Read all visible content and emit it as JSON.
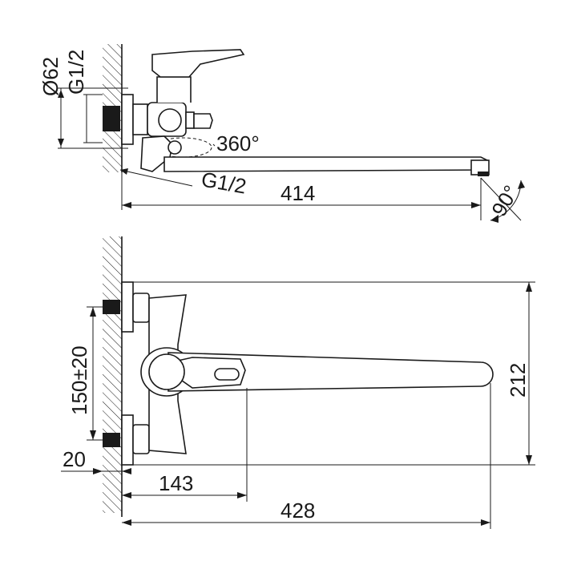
{
  "top_view": {
    "dim_diameter": "Ø62",
    "dim_thread_top": "G1/2",
    "dim_rotation": "360°",
    "dim_thread_bottom": "G1/2",
    "dim_spout_length": "414",
    "dim_angle": "90°"
  },
  "front_view": {
    "dim_height": "212",
    "dim_center_distance": "150±20",
    "dim_offset": "20",
    "dim_body_depth": "143",
    "dim_total_length": "428"
  }
}
